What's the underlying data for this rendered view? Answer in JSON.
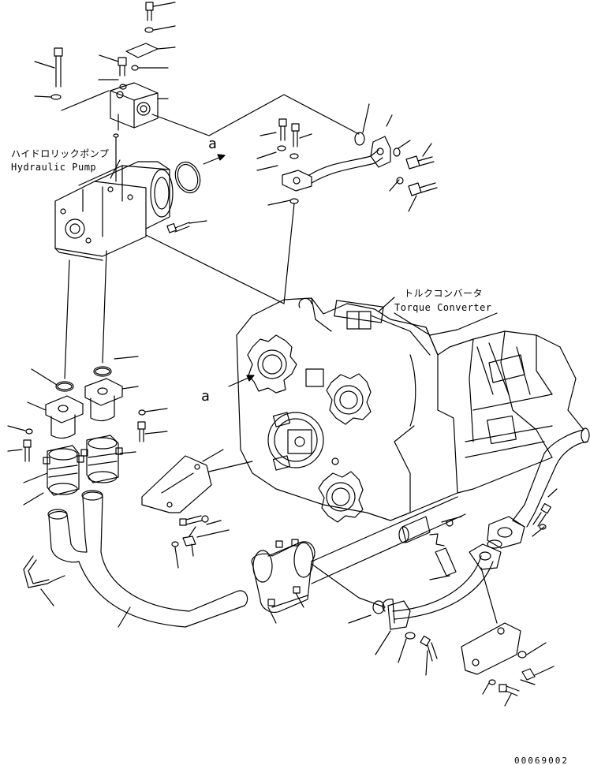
{
  "labels": {
    "hydraulic_pump_jp": "ハイドロリックポンプ",
    "hydraulic_pump_en": "Hydraulic Pump",
    "torque_converter_jp": "トルクコンバータ",
    "torque_converter_en": "Torque Converter",
    "view_a_top": "a",
    "view_a_mid": "a"
  },
  "drawing_code": "00069002",
  "colors": {
    "line": "#000000",
    "background": "#ffffff"
  }
}
